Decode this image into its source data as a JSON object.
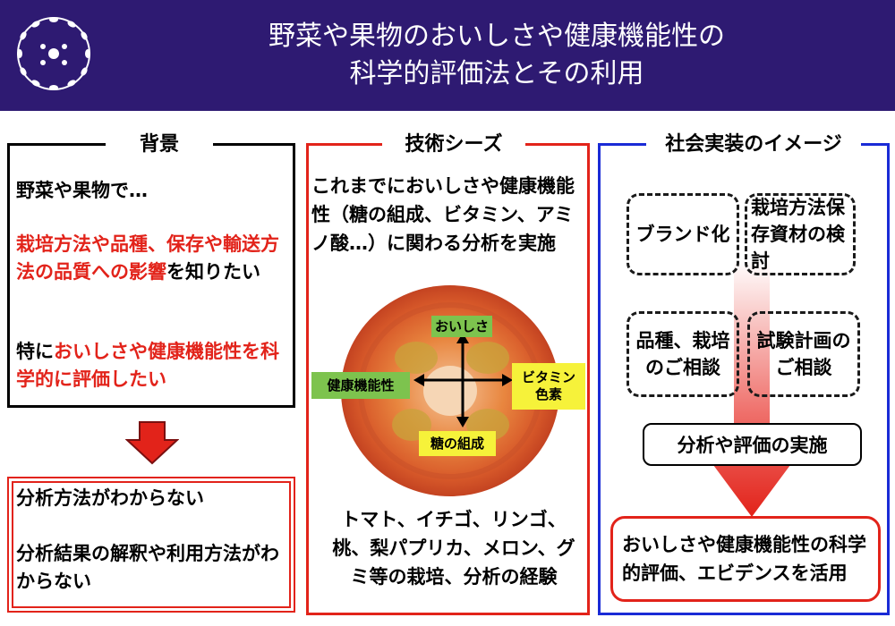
{
  "header": {
    "title_line1": "野菜や果物のおいしさや健康機能性の",
    "title_line2": "科学的評価法とその利用"
  },
  "background": {
    "title": "背景",
    "intro": "野菜や果物で…",
    "concern_red": "栽培方法や品種、保存や輸送方法の品質への影響",
    "concern_tail": "を知りたい",
    "wish_prefix": "特に",
    "wish_red": "おいしさや健康機能性を科学的に評価したい",
    "problem_1": "分析方法がわからない",
    "problem_2": "分析結果の解釈や利用方法がわからない"
  },
  "seeds": {
    "title": "技術シーズ",
    "description": "これまでにおいしさや健康機能性（糖の組成、ビタミン、アミノ酸…）に関わる分析を実施",
    "label_top": "おいしさ",
    "label_left": "健康機能性",
    "label_right_1": "ビタミン",
    "label_right_2": "色素",
    "label_bottom": "糖の組成",
    "experience": "トマト、イチゴ、リンゴ、桃、梨パプリカ、メロン、グミ等の栽培、分析の経験"
  },
  "implementation": {
    "title": "社会実装のイメージ",
    "item_brand": "ブランド化",
    "item_cultivation": "栽培方法保存資材の検討",
    "item_variety": "品種、栽培のご相談",
    "item_trial": "試験計画のご相談",
    "item_analysis": "分析や評価の実施",
    "outcome": "おいしさや健康機能性の科学的評価、エビデンスを活用"
  },
  "colors": {
    "header_bg": "#2e1a72",
    "accent_red": "#e2231a",
    "accent_blue": "#1a2bd6",
    "label_green": "#7dc34e",
    "label_yellow": "#f6f23a"
  }
}
